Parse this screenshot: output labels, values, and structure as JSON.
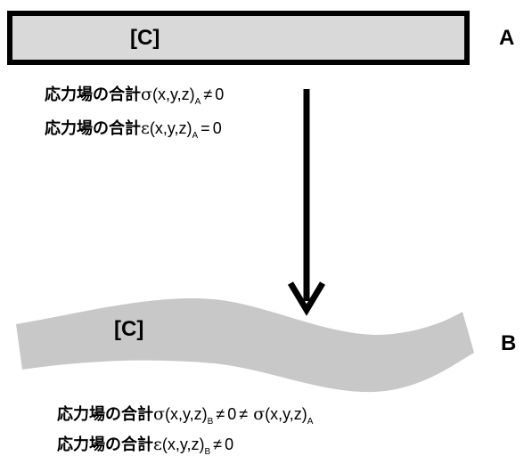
{
  "top_bar": {
    "label": "[C]",
    "tag": "A",
    "fill": "#d9d9d9",
    "border": "#000000"
  },
  "curved_bar": {
    "label": "[C]",
    "tag": "B",
    "fill": "#c8c8c8"
  },
  "arrow": {
    "color": "#000000"
  },
  "equations_a": [
    {
      "prefix": "応力場の合計",
      "symbol": "σ",
      "args": "(x,y,z)",
      "sub": "A",
      "rel": "≠",
      "value": "0"
    },
    {
      "prefix": "応力場の合計",
      "symbol": "ε",
      "args": "(x,y,z)",
      "sub": "A",
      "rel": "=",
      "value": "0"
    }
  ],
  "equations_b": [
    {
      "prefix": "応力場の合計",
      "symbol": "σ",
      "args": "(x,y,z)",
      "sub": "B",
      "rel": "≠",
      "value": "0",
      "rel2": "≠",
      "symbol2": "σ",
      "args2": "(x,y,z)",
      "sub2": "A"
    },
    {
      "prefix": "応力場の合計",
      "symbol": "ε",
      "args": "(x,y,z)",
      "sub": "B",
      "rel": "≠",
      "value": "0"
    }
  ]
}
